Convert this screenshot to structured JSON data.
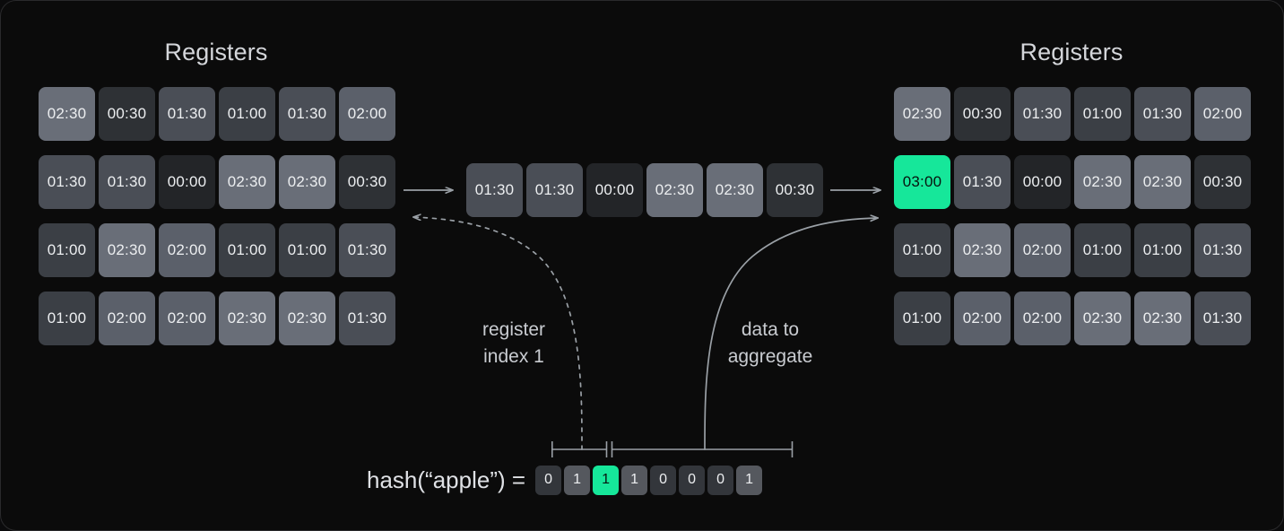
{
  "theme": {
    "background": "#0b0b0b",
    "highlight_green": "#16e79a",
    "text": "#eceef0",
    "muted_text": "#c9ccd1",
    "line": "#9aa0a6"
  },
  "value_colors": {
    "00:00": "#232528",
    "00:30": "#2e3135",
    "01:00": "#3b3f45",
    "01:30": "#4a4e56",
    "02:00": "#5b606a",
    "02:30": "#696e78",
    "03:00": "#16e79a"
  },
  "left_panel": {
    "title": "Registers",
    "rows": [
      [
        "02:30",
        "00:30",
        "01:30",
        "01:00",
        "01:30",
        "02:00"
      ],
      [
        "01:30",
        "01:30",
        "00:00",
        "02:30",
        "02:30",
        "00:30"
      ],
      [
        "01:00",
        "02:30",
        "02:00",
        "01:00",
        "01:00",
        "01:30"
      ],
      [
        "01:00",
        "02:00",
        "02:00",
        "02:30",
        "02:30",
        "01:30"
      ]
    ]
  },
  "middle_row": {
    "values": [
      "01:30",
      "01:30",
      "00:00",
      "02:30",
      "02:30",
      "00:30"
    ],
    "highlight_index": -1
  },
  "right_panel": {
    "title": "Registers",
    "rows": [
      [
        "02:30",
        "00:30",
        "01:30",
        "01:00",
        "01:30",
        "02:00"
      ],
      [
        "03:00",
        "01:30",
        "00:00",
        "02:30",
        "02:30",
        "00:30"
      ],
      [
        "01:00",
        "02:30",
        "02:00",
        "01:00",
        "01:00",
        "01:30"
      ],
      [
        "01:00",
        "02:00",
        "02:00",
        "02:30",
        "02:30",
        "01:30"
      ]
    ],
    "highlight": {
      "row": 1,
      "col": 0
    }
  },
  "annotations": {
    "register_index": "register\nindex 1",
    "data_to_aggregate": "data to\naggregate"
  },
  "hash": {
    "label": "hash(“apple”) =",
    "bits": [
      "0",
      "1",
      "1",
      "1",
      "0",
      "0",
      "0",
      "1"
    ],
    "highlight_index": 2,
    "index_bracket_bits": [
      0,
      1
    ],
    "data_bracket_bits": [
      2,
      7
    ]
  },
  "arrows": {
    "left_to_mid": "arrow-right",
    "mid_to_right": "arrow-right",
    "index_pointer": "dashed-curve-arrow",
    "data_pointer": "solid-curve-arrow"
  }
}
